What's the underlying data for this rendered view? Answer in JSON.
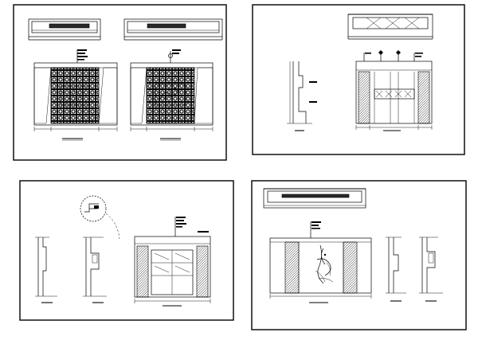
{
  "drawing": {
    "ink_color": "#000000",
    "paper_color": "#ffffff",
    "sheets": [
      {
        "id": "sheet-1",
        "label": "",
        "views": [
          "plan-strip",
          "elevation-lattice-mirror",
          "elevation-lattice-painting"
        ]
      },
      {
        "id": "sheet-2",
        "label": "",
        "views": [
          "plan-strip",
          "section-side",
          "elevation-cabinet-front"
        ]
      },
      {
        "id": "sheet-3",
        "label": "",
        "views": [
          "detail-callout-circle",
          "section-left",
          "section-middle",
          "elevation-cabinet-front"
        ]
      },
      {
        "id": "sheet-4",
        "label": "",
        "views": [
          "plan-strip",
          "elevation-ink-painting",
          "section-right-a",
          "section-right-b"
        ]
      }
    ],
    "icons": [
      "leader-flag-icon",
      "level-marker-icon",
      "callout-circle-icon",
      "ink-painting-icon"
    ]
  }
}
